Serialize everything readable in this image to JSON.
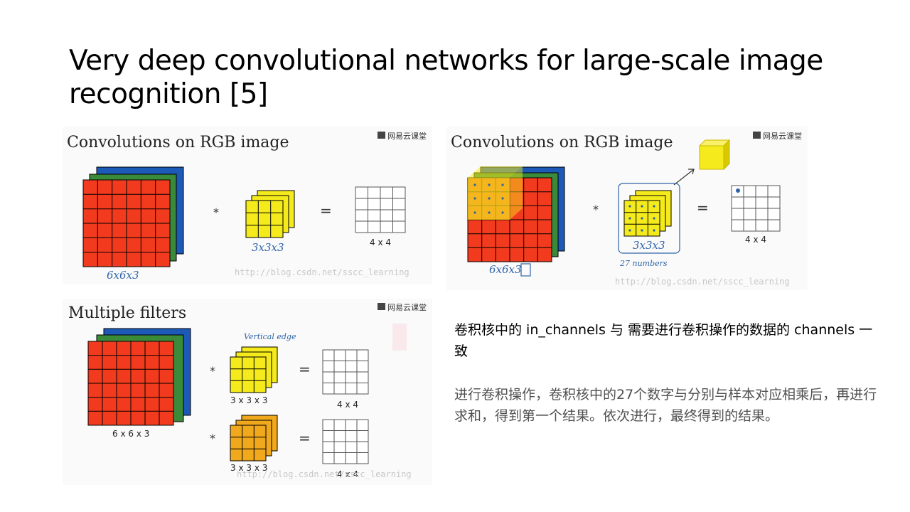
{
  "slide": {
    "title": "Very deep convolutional networks for large-scale image recognition [5]",
    "text1": "卷积核中的 in_channels 与 需要进行卷积操作的数据的 channels 一致",
    "text2": "进行卷积操作，卷积核中的27个数字与分别与样本对应相乘后，再进行求和，得到第一个结果。依次进行，最终得到的结果。"
  },
  "figures": {
    "fig1": {
      "title": "Convolutions on RGB image",
      "logo": "网易云课堂",
      "op": "*",
      "eq": "=",
      "input_note": "6x6x3",
      "filter_note": "3x3x3",
      "output_label": "4 x 4",
      "watermark": "http://blog.csdn.net/sscc_learning"
    },
    "fig2": {
      "title": "Convolutions on RGB image",
      "logo": "网易云课堂",
      "op": "*",
      "eq": "=",
      "input_note": "6x6x3",
      "filter_note": "3x3x3",
      "count_note": "27 numbers",
      "output_label": "4 x 4",
      "watermark": "http://blog.csdn.net/sscc_learning"
    },
    "fig3": {
      "title": "Multiple filters",
      "logo": "网易云课堂",
      "input_label": "6 x 6 x 3",
      "filter1_note": "Vertical edge",
      "op": "*",
      "eq": "=",
      "filter_label_1": "3 x 3 x 3",
      "filter_label_2": "3 x 3 x 3",
      "output_label_1": "4 x 4",
      "output_label_2": "4 x 4",
      "watermark": "http://blog.csdn.net/sscc_learning"
    }
  },
  "colors": {
    "red": "#f23b1e",
    "green": "#3b8a3a",
    "blue": "#1d59b7",
    "yellow": "#f5ea1c",
    "orange": "#f0a81c",
    "ink": "#2e63a8"
  }
}
